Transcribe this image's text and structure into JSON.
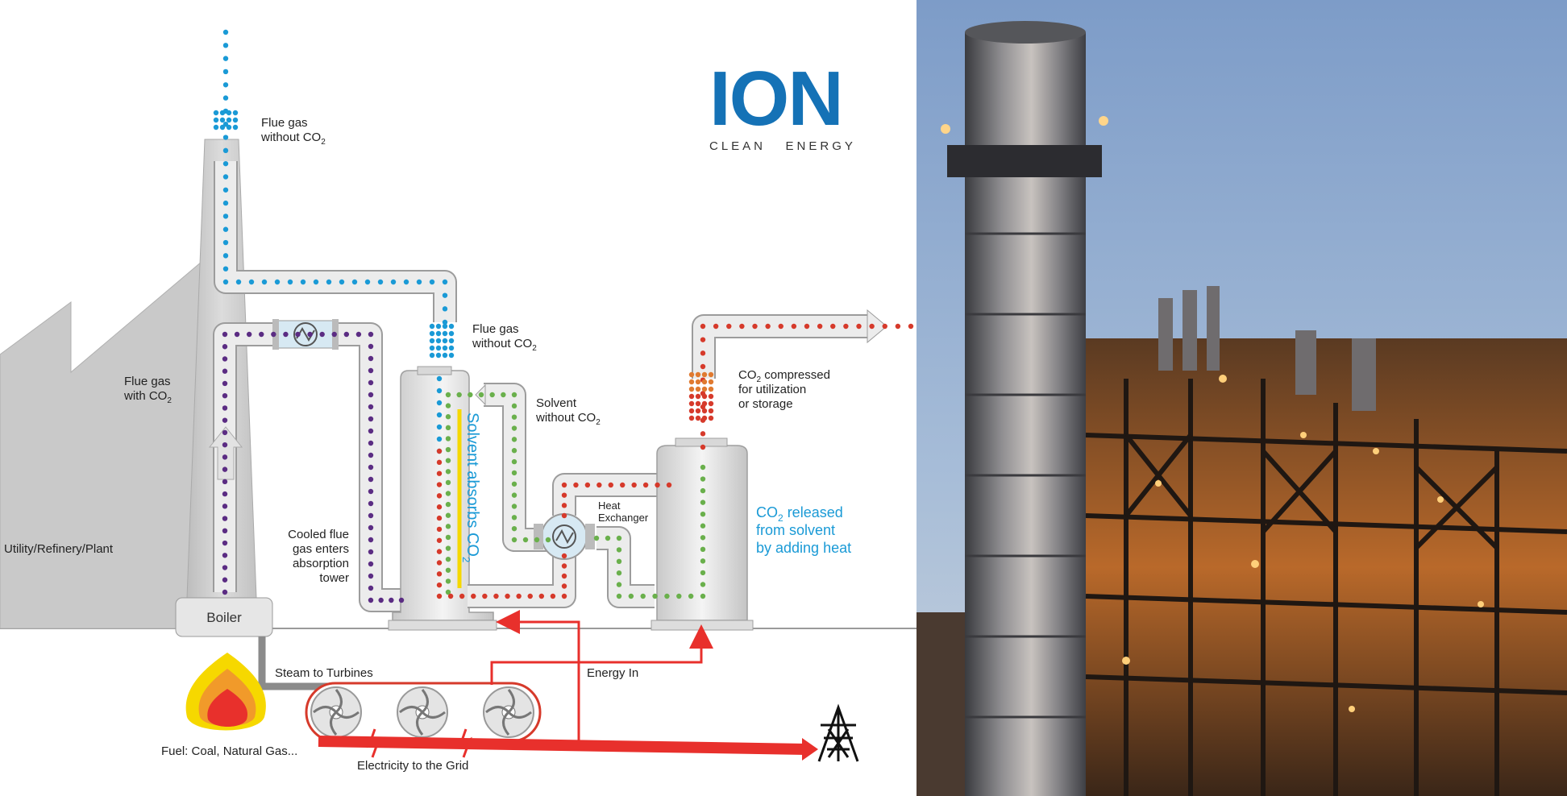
{
  "logo": {
    "mark": "ION",
    "tagline": "CLEAN   ENERGY",
    "color": "#1572b6"
  },
  "labels": {
    "flue_top_1": "Flue gas",
    "flue_top_2": "without CO",
    "flue_mid_1": "Flue gas",
    "flue_mid_2": "without CO",
    "flue_with_1": "Flue gas",
    "flue_with_2": "with CO",
    "solvent_1": "Solvent",
    "solvent_2": "without CO",
    "co2_comp_1": "CO",
    "co2_comp_1b": " compressed",
    "co2_comp_2": "for utilization",
    "co2_comp_3": "or storage",
    "heat_ex_1": "Heat",
    "heat_ex_2": "Exchanger",
    "released_1a": "CO",
    "released_1b": " released",
    "released_2": "from solvent",
    "released_3": "by adding heat",
    "plant": "Utility/Refinery/Plant",
    "cooled_1": "Cooled flue",
    "cooled_2": "gas enters",
    "cooled_3": "absorption",
    "cooled_4": "tower",
    "absorbs": "Solvent absorbs CO",
    "boiler": "Boiler",
    "steam": "Steam to Turbines",
    "energy_in": "Energy In",
    "fuel": "Fuel: Coal, Natural Gas...",
    "electricity": "Electricity to the Grid",
    "sub2": "2"
  },
  "colors": {
    "blue_dots": "#1a9ad6",
    "purple_dots": "#5b2c83",
    "green_dots": "#6ab04c",
    "red_dots": "#d63a2b",
    "orange_dots": "#e07a30",
    "red_line": "#e8302c",
    "pipe": "#e6e6e6",
    "pipe_edge": "#b7b7b7",
    "released_text": "#1a9ad6"
  },
  "photo": {
    "subject": "power plant exhaust stack at dusk"
  }
}
